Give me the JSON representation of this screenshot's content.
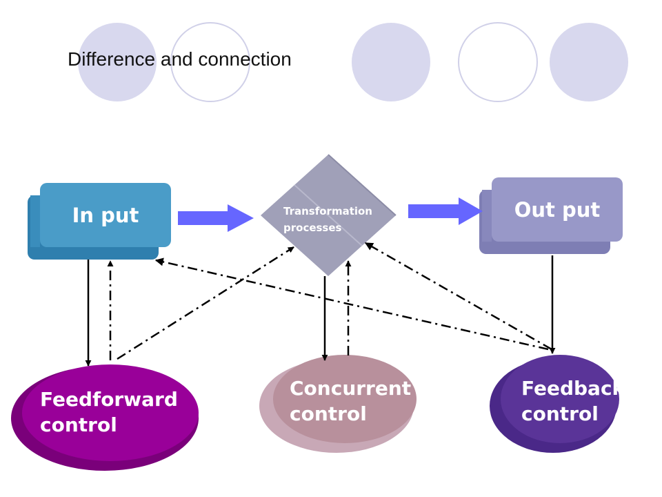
{
  "slide": {
    "title": "Difference and connection"
  },
  "nodes": {
    "input": {
      "label": "In put",
      "color": "#4a9cc8"
    },
    "transformation": {
      "line1": "Transformation",
      "line2": "processes",
      "color": "#a0a0b8"
    },
    "output": {
      "label": "Out put",
      "color": "#9898c8"
    },
    "feedforward": {
      "line1": "Feedforward",
      "line2": "control",
      "color": "#990099"
    },
    "concurrent": {
      "line1": "Concurrent",
      "line2": "control",
      "color": "#b8909c"
    },
    "feedback": {
      "line1": "Feedback",
      "line2": "control",
      "color": "#5a3498"
    }
  },
  "colors": {
    "decor_circle": "#d8d8ee",
    "decor_circle_outline": "#d0d0e8",
    "flow_arrow": "#6666ff"
  }
}
